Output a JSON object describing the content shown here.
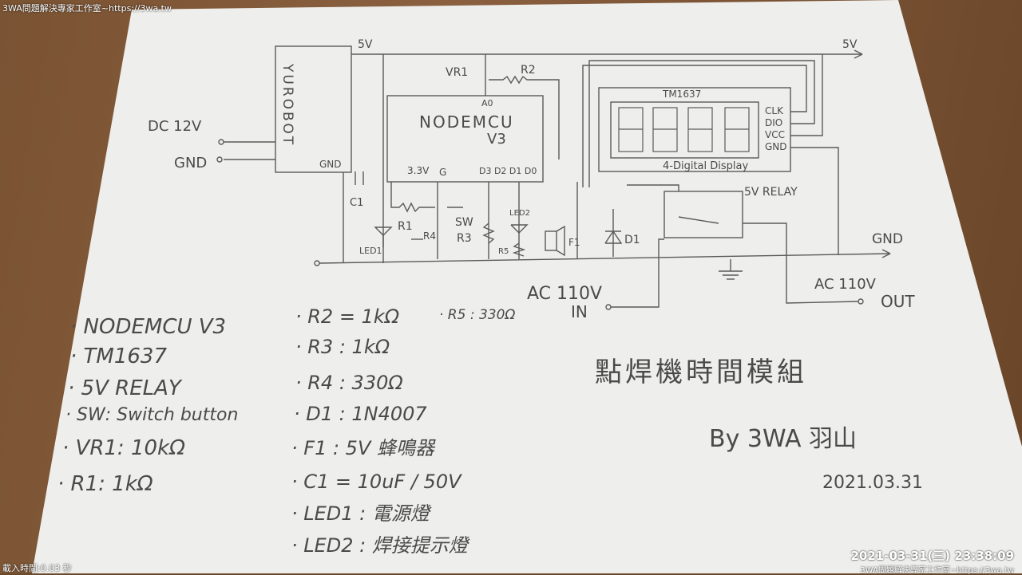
{
  "overlay": {
    "top_caption": "3WA問題解決專家工作室~https://3wa.tw",
    "load_time": "載入時間:0.03 秒",
    "timestamp": "2021-03-31(三) 23:38:09",
    "bottom_caption": "3WA問題解決專家工作室~https://3wa.tw"
  },
  "schematic": {
    "supply_5v_left": "5V",
    "supply_5v_right": "5V",
    "yurobot": "YUROBOT",
    "yurobot_gnd": "GND",
    "dc_in": "DC 12V",
    "gnd_in": "GND",
    "vr1": "VR1",
    "r2": "R2",
    "a0": "A0",
    "nodemcu_line1": "NODEMCU",
    "nodemcu_line2": "V3",
    "pin_33v": "3.3V",
    "pin_g": "G",
    "pins_d": "D3 D2 D1 D0",
    "c1": "C1",
    "r1": "R1",
    "r4": "R4",
    "sw": "SW",
    "r3": "R3",
    "led1": "LED1",
    "led2": "LED2",
    "r5": "R5",
    "f1": "F1",
    "d1": "D1",
    "tm1637": "TM1637",
    "clk": "CLK",
    "dio": "DIO",
    "vcc": "VCC",
    "display_gnd": "GND",
    "display_label": "4-Digital Display",
    "relay": "5V RELAY",
    "gnd_rail": "GND",
    "ac_in_line1": "AC 110V",
    "ac_in_line2": "IN",
    "ac_out_line1": "AC 110V",
    "ac_out_line2": "OUT"
  },
  "parts_list_left": [
    "· NODEMCU V3",
    "· TM1637",
    "· 5V RELAY",
    "· SW: Switch button",
    "· VR1: 10kΩ",
    "· R1: 1kΩ"
  ],
  "parts_list_right": [
    "· R2 = 1kΩ",
    "· R3 : 1kΩ",
    "· R4 : 330Ω",
    "· D1 : 1N4007",
    "· F1 : 5V 蜂鳴器",
    "· C1 = 10uF / 50V",
    "· LED1 : 電源燈",
    "· LED2 : 焊接提示燈"
  ],
  "r5_note": "· R5 : 330Ω",
  "title": "點焊機時間模組",
  "author": "By 3WA 羽山",
  "date": "2021.03.31"
}
